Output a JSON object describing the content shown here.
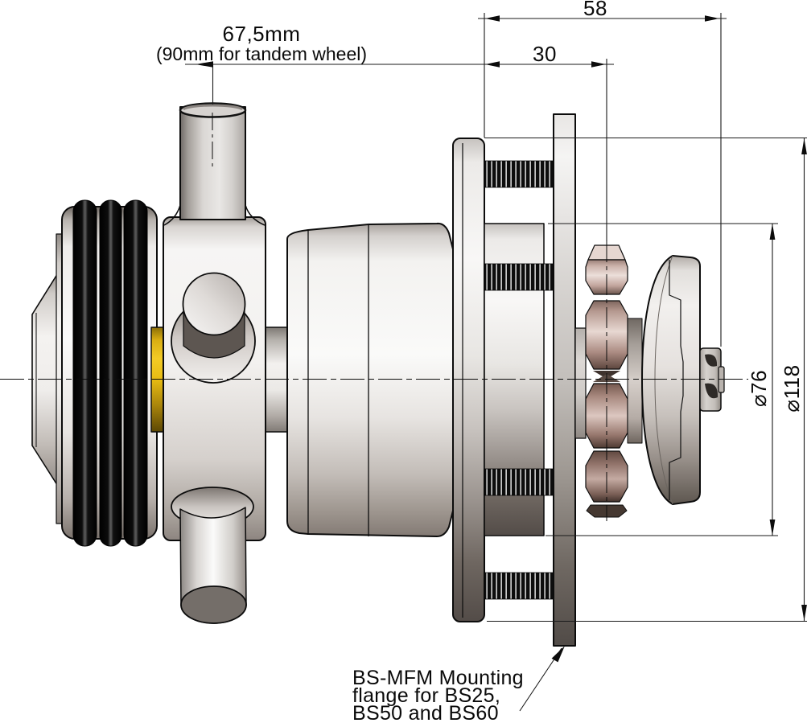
{
  "drawing": {
    "dims": {
      "offset_width": {
        "line1": "67,5mm",
        "line2": "(90mm for tandem wheel)"
      },
      "overall_58": "58",
      "flange_to_sprocket_30": "30",
      "dia_76": "⌀76",
      "dia_118": "⌀118"
    },
    "callout": {
      "line1": "BS-MFM Mounting",
      "line2": "flange for BS25,",
      "line3": "BS50 and BS60"
    }
  },
  "colors": {
    "background": "#ffffff",
    "line": "#0c0c0c",
    "tire_black": "#0a0a0a",
    "bushing_gold": "#e7bb13",
    "sprocket_pink": "#d8bcb3",
    "plate_dark": "#565151"
  }
}
